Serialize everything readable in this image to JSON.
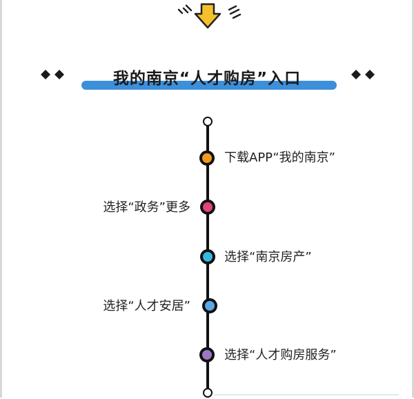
{
  "header": {
    "title": "我的南京“人才购房”入口",
    "arrow_icon": "down-arrow-icon",
    "diamond_icon": "diamond-icon",
    "accent_bar_color": "#3d8fd9",
    "arrow_color": "#f5c12a"
  },
  "steps": [
    {
      "label": "下载APP“我的南京”",
      "side": "right",
      "color": "#f39a1c"
    },
    {
      "label": "选择“政务”更多",
      "side": "left",
      "color": "#e0457b"
    },
    {
      "label": "选择“南京房产”",
      "side": "right",
      "color": "#36b8e0"
    },
    {
      "label": "选择“人才安居”",
      "side": "left",
      "color": "#5aa9e6"
    },
    {
      "label": "选择“人才购房服务”",
      "side": "right",
      "color": "#9b77c4"
    }
  ]
}
